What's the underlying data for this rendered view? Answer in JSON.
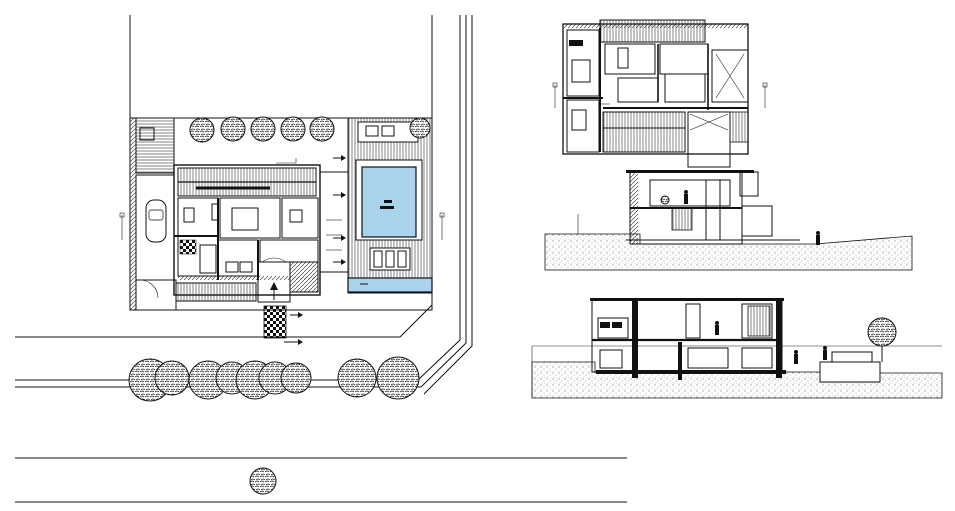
{
  "drawing": {
    "background": "#ffffff",
    "line_color": "#111111",
    "pool_color": "#a9d3ea",
    "views": [
      {
        "id": "site-plan",
        "title": ""
      },
      {
        "id": "upper-floor-plan",
        "title": ""
      },
      {
        "id": "section-a",
        "title": ""
      },
      {
        "id": "section-b",
        "title": ""
      },
      {
        "id": "tree-legend",
        "title": ""
      }
    ],
    "icons": [
      "tree-icon",
      "car-icon",
      "human-figure-icon",
      "section-arrow-icon",
      "north-arrow-icon"
    ]
  }
}
